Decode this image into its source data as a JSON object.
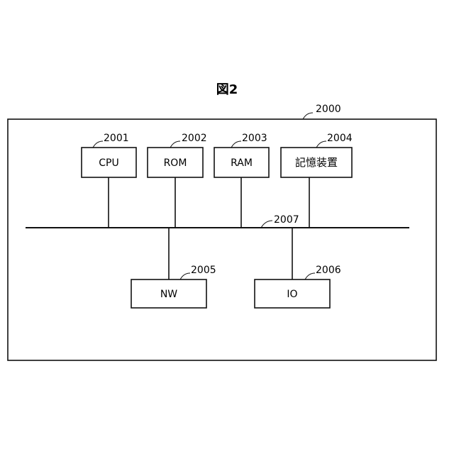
{
  "figure": {
    "title": "図2"
  },
  "system": {
    "ref": "2000"
  },
  "bus": {
    "ref": "2007"
  },
  "components": [
    {
      "id": "cpu",
      "label": "CPU",
      "ref": "2001"
    },
    {
      "id": "rom",
      "label": "ROM",
      "ref": "2002"
    },
    {
      "id": "ram",
      "label": "RAM",
      "ref": "2003"
    },
    {
      "id": "storage",
      "label": "記憶装置",
      "ref": "2004"
    },
    {
      "id": "nw",
      "label": "NW",
      "ref": "2005"
    },
    {
      "id": "io",
      "label": "IO",
      "ref": "2006"
    }
  ]
}
